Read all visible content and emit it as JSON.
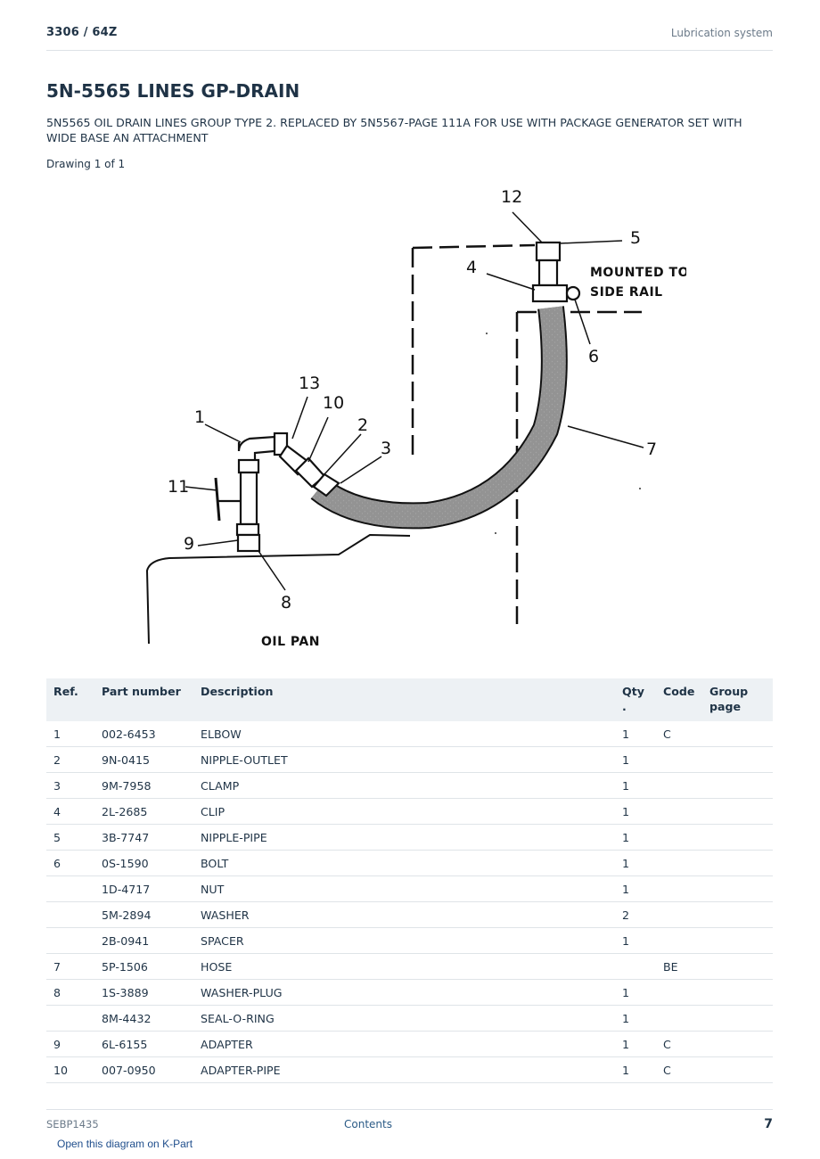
{
  "header": {
    "model": "3306  /  64Z",
    "section": "Lubrication system"
  },
  "title": "5N-5565 LINES GP-DRAIN",
  "subtitle": "5N5565 OIL DRAIN LINES GROUP TYPE 2. REPLACED BY 5N5567-PAGE 111A FOR USE WITH PACKAGE GENERATOR SET WITH WIDE BASE AN ATTACHMENT",
  "drawing_label": "Drawing 1 of 1",
  "diagram": {
    "callouts": [
      "12",
      "5",
      "4",
      "6",
      "13",
      "10",
      "2",
      "3",
      "1",
      "11",
      "9",
      "8",
      "7"
    ],
    "note_line1": "MOUNTED TO",
    "note_line2": "SIDE RAIL",
    "oil_pan": "OIL PAN"
  },
  "table": {
    "headers": {
      "ref": "Ref.",
      "part_number": "Part number",
      "description": "Description",
      "qty": "Qty\n.",
      "code": "Code",
      "group_page": "Group page"
    },
    "rows": [
      {
        "ref": "1",
        "part_number": "002-6453",
        "description": "ELBOW",
        "qty": "1",
        "code": "C",
        "group_page": ""
      },
      {
        "ref": "2",
        "part_number": "9N-0415",
        "description": "NIPPLE-OUTLET",
        "qty": "1",
        "code": "",
        "group_page": ""
      },
      {
        "ref": "3",
        "part_number": "9M-7958",
        "description": "CLAMP",
        "qty": "1",
        "code": "",
        "group_page": ""
      },
      {
        "ref": "4",
        "part_number": "2L-2685",
        "description": "CLIP",
        "qty": "1",
        "code": "",
        "group_page": ""
      },
      {
        "ref": "5",
        "part_number": "3B-7747",
        "description": "NIPPLE-PIPE",
        "qty": "1",
        "code": "",
        "group_page": ""
      },
      {
        "ref": "6",
        "part_number": "0S-1590",
        "description": "BOLT",
        "qty": "1",
        "code": "",
        "group_page": ""
      },
      {
        "ref": "",
        "part_number": "1D-4717",
        "description": "NUT",
        "qty": "1",
        "code": "",
        "group_page": ""
      },
      {
        "ref": "",
        "part_number": "5M-2894",
        "description": "WASHER",
        "qty": "2",
        "code": "",
        "group_page": ""
      },
      {
        "ref": "",
        "part_number": "2B-0941",
        "description": "SPACER",
        "qty": "1",
        "code": "",
        "group_page": ""
      },
      {
        "ref": "7",
        "part_number": "5P-1506",
        "description": "HOSE",
        "qty": "",
        "code": "BE",
        "group_page": ""
      },
      {
        "ref": "8",
        "part_number": "1S-3889",
        "description": "WASHER-PLUG",
        "qty": "1",
        "code": "",
        "group_page": ""
      },
      {
        "ref": "",
        "part_number": "8M-4432",
        "description": "SEAL-O-RING",
        "qty": "1",
        "code": "",
        "group_page": ""
      },
      {
        "ref": "9",
        "part_number": "6L-6155",
        "description": "ADAPTER",
        "qty": "1",
        "code": "C",
        "group_page": ""
      },
      {
        "ref": "10",
        "part_number": "007-0950",
        "description": "ADAPTER-PIPE",
        "qty": "1",
        "code": "C",
        "group_page": ""
      }
    ]
  },
  "footer": {
    "doc_id": "SEBP1435",
    "contents_link": "Contents",
    "page_number": "7"
  },
  "kpart_link": "Open this diagram on K-Part"
}
